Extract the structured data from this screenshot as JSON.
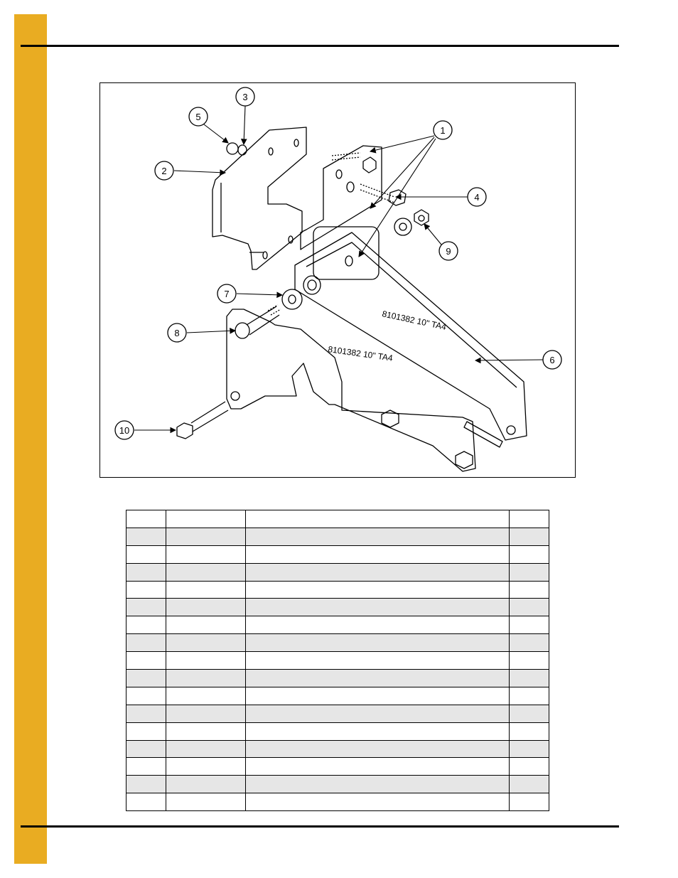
{
  "page": {
    "accent_color": "#e9ac22"
  },
  "figure": {
    "callouts": [
      "1",
      "2",
      "3",
      "4",
      "5",
      "6",
      "7",
      "8",
      "9",
      "10"
    ],
    "part_labels": [
      "8101382 10\" TA4",
      "8101382 10\" TA4"
    ]
  },
  "parts_table": {
    "columns": 4,
    "rows": 17
  }
}
